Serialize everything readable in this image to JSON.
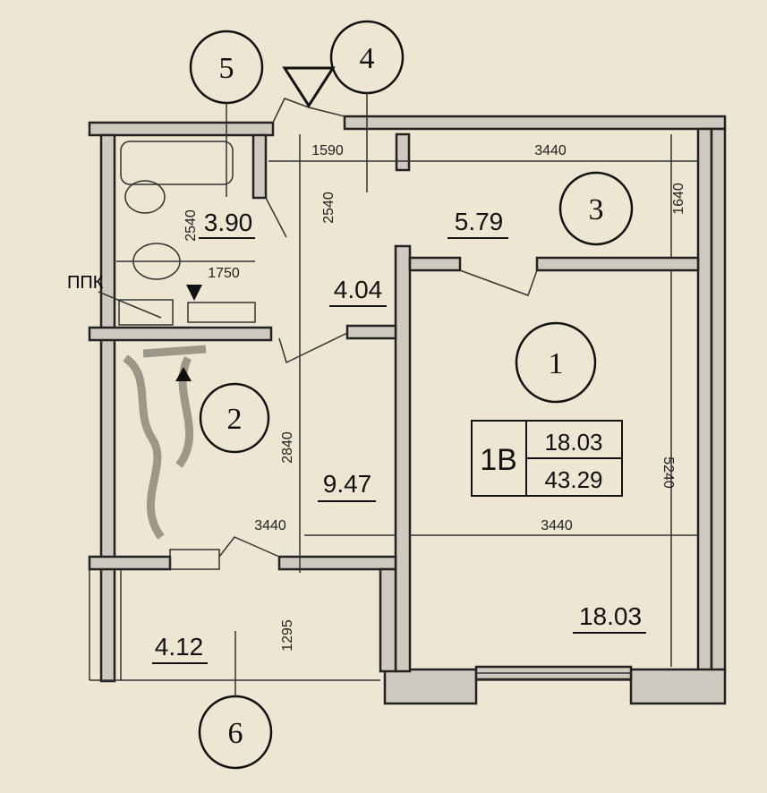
{
  "plan": {
    "rooms": {
      "r1": {
        "number": "1",
        "area": "18.03"
      },
      "r2": {
        "number": "2",
        "area": "9.47"
      },
      "r3": {
        "number": "3",
        "area": "5.79"
      },
      "r4": {
        "number": "4",
        "area": "4.04"
      },
      "r5": {
        "number": "5",
        "area": "3.90"
      },
      "r6": {
        "number": "6",
        "area": "4.12"
      }
    },
    "dimensions": {
      "d1590": "1590",
      "d3440_top": "3440",
      "d2540_a": "2540",
      "d2540_b": "2540",
      "d1640": "1640",
      "d1750": "1750",
      "d2840": "2840",
      "d3440_mid": "3440",
      "d3440_right": "3440",
      "d5240": "5240",
      "d1295": "1295"
    },
    "ppk_label": "ППК",
    "apartment": {
      "type": "1В",
      "living_area": "18.03",
      "total_area": "43.29"
    }
  },
  "colors": {
    "paper": "#ece6d2",
    "ink": "#1a1a1a",
    "wall_fill": "#cfcac0"
  }
}
